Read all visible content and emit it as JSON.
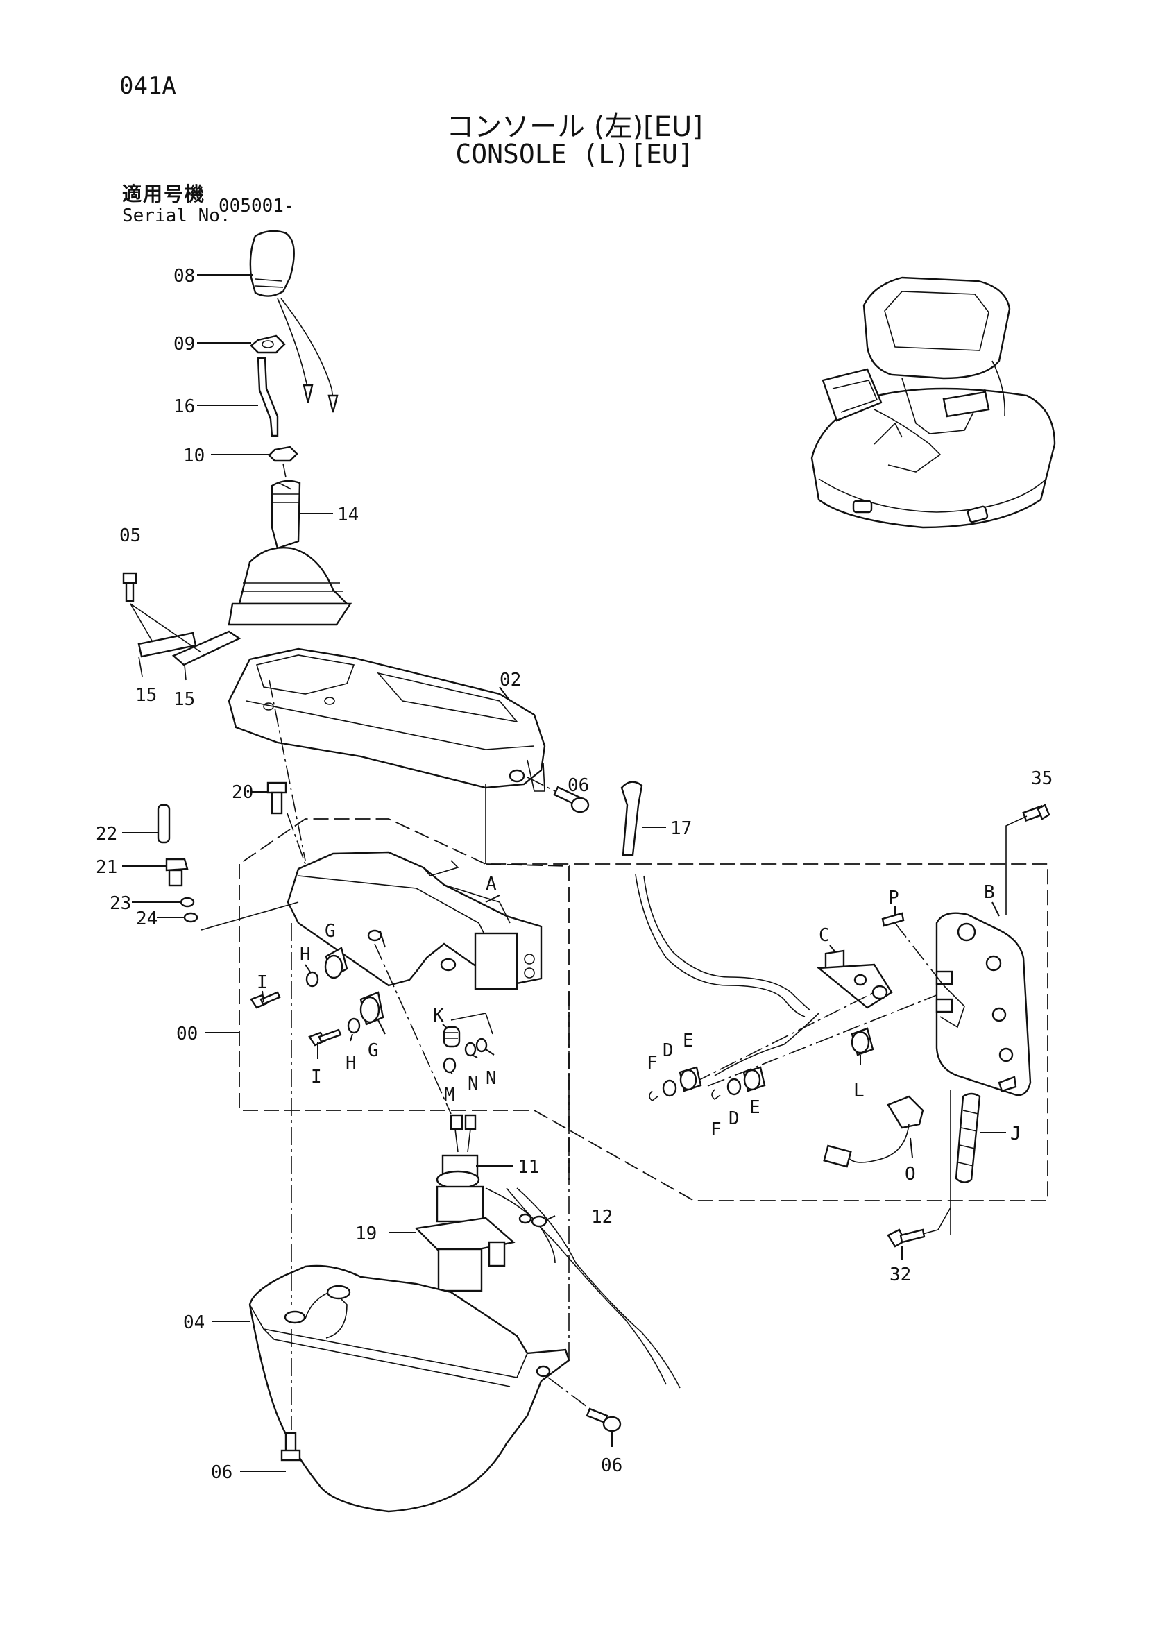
{
  "header": {
    "page_code": "041A",
    "title_jp": "コンソール (左)[EU]",
    "title_en": "CONSOLE (L)[EU]",
    "serial_label_jp": "適用号機",
    "serial_label_en": "Serial No.",
    "serial_value": "005001-"
  },
  "callouts": [
    {
      "id": "c08",
      "text": "08"
    },
    {
      "id": "c09",
      "text": "09"
    },
    {
      "id": "c16",
      "text": "16"
    },
    {
      "id": "c10",
      "text": "10"
    },
    {
      "id": "c14",
      "text": "14"
    },
    {
      "id": "c05",
      "text": "05"
    },
    {
      "id": "c15a",
      "text": "15"
    },
    {
      "id": "c15b",
      "text": "15"
    },
    {
      "id": "c02",
      "text": "02"
    },
    {
      "id": "c20",
      "text": "20"
    },
    {
      "id": "c06a",
      "text": "06"
    },
    {
      "id": "c17",
      "text": "17"
    },
    {
      "id": "c35",
      "text": "35"
    },
    {
      "id": "c22",
      "text": "22"
    },
    {
      "id": "c21",
      "text": "21"
    },
    {
      "id": "c23",
      "text": "23"
    },
    {
      "id": "c24",
      "text": "24"
    },
    {
      "id": "cA",
      "text": "A"
    },
    {
      "id": "cP",
      "text": "P"
    },
    {
      "id": "cB",
      "text": "B"
    },
    {
      "id": "cC",
      "text": "C"
    },
    {
      "id": "cG1",
      "text": "G"
    },
    {
      "id": "cH1",
      "text": "H"
    },
    {
      "id": "cI1",
      "text": "I"
    },
    {
      "id": "cK",
      "text": "K"
    },
    {
      "id": "c00",
      "text": "00"
    },
    {
      "id": "cG2",
      "text": "G"
    },
    {
      "id": "cH2",
      "text": "H"
    },
    {
      "id": "cI2",
      "text": "I"
    },
    {
      "id": "cM",
      "text": "M"
    },
    {
      "id": "cN1",
      "text": "N"
    },
    {
      "id": "cN2",
      "text": "N"
    },
    {
      "id": "cF1",
      "text": "F"
    },
    {
      "id": "cD1",
      "text": "D"
    },
    {
      "id": "cE1",
      "text": "E"
    },
    {
      "id": "cF2",
      "text": "F"
    },
    {
      "id": "cD2",
      "text": "D"
    },
    {
      "id": "cE2",
      "text": "E"
    },
    {
      "id": "cL",
      "text": "L"
    },
    {
      "id": "cJ",
      "text": "J"
    },
    {
      "id": "cO",
      "text": "O"
    },
    {
      "id": "c11",
      "text": "11"
    },
    {
      "id": "c12",
      "text": "12"
    },
    {
      "id": "c19",
      "text": "19"
    },
    {
      "id": "c32",
      "text": "32"
    },
    {
      "id": "c04",
      "text": "04"
    },
    {
      "id": "c06b",
      "text": "06"
    },
    {
      "id": "c06c",
      "text": "06"
    }
  ]
}
